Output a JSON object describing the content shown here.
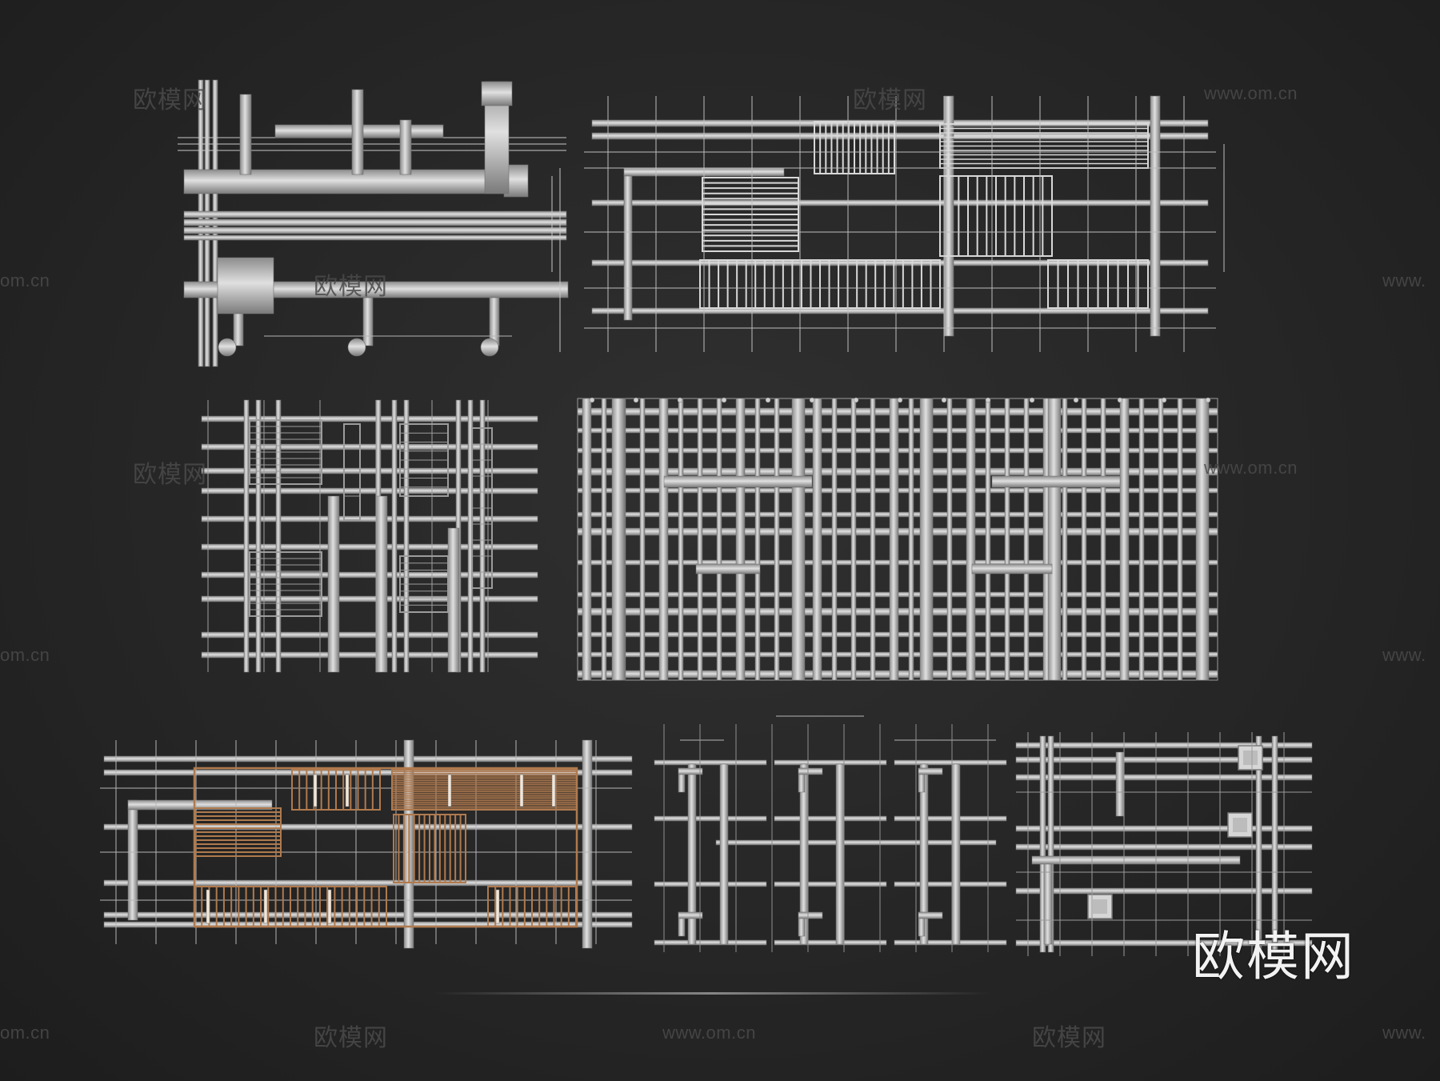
{
  "watermark": {
    "cn": "欧模网",
    "url": "www.om.cn",
    "url_partial": "om.cn",
    "url_prefix": "www.",
    "brand": "欧模网"
  },
  "colors": {
    "background": "#262626",
    "pipe": "#cfcfcf",
    "pipe_dark": "#9a9a9a",
    "line": "#bdbdbd",
    "tray_wood": "#b07a4e",
    "tray_highlight": "#f3e6d6"
  },
  "panels": [
    {
      "id": "mep-duct-assembly",
      "type": "duct-and-pipe-assembly"
    },
    {
      "id": "pipe-rack-elevation",
      "type": "pipe-grid-with-grilles"
    },
    {
      "id": "cable-tray-grid-small",
      "type": "pipe-grid-with-trays"
    },
    {
      "id": "pipe-grid-large",
      "type": "dense-pipe-grid"
    },
    {
      "id": "wood-grille-rack",
      "type": "pipe-grid-with-wood-grilles"
    },
    {
      "id": "riser-pipe-set",
      "type": "riser-pipes"
    },
    {
      "id": "equipment-rack",
      "type": "pipe-grid-with-equipment"
    }
  ]
}
